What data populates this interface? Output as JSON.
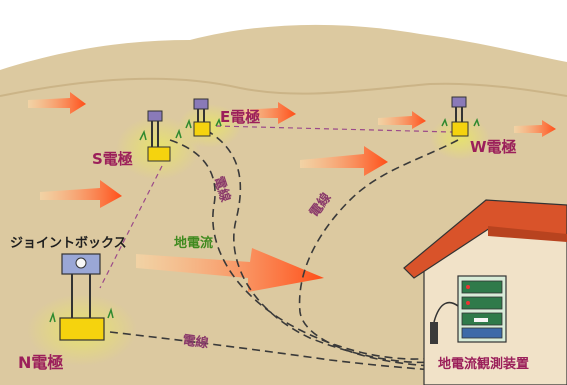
{
  "labels": {
    "s_electrode": "S電極",
    "e_electrode": "E電極",
    "w_electrode": "W電極",
    "n_electrode": "N電極",
    "junction_box": "ジョイントボックス",
    "earth_current": "地電流",
    "wire_1": "電線",
    "wire_2": "電線",
    "wire_3": "電線",
    "device": "地電流観測装置"
  },
  "colors": {
    "sky": "#ffffff",
    "ground": "#dcc9a0",
    "ground_dark": "#cbb487",
    "arrow": "#ff5a1f",
    "electrode_label": "#9b1f5a",
    "earth_current_label": "#3f8a1f",
    "glow": "#e7e36a",
    "roof": "#d9532a",
    "house_wall": "#f1e2c8"
  }
}
